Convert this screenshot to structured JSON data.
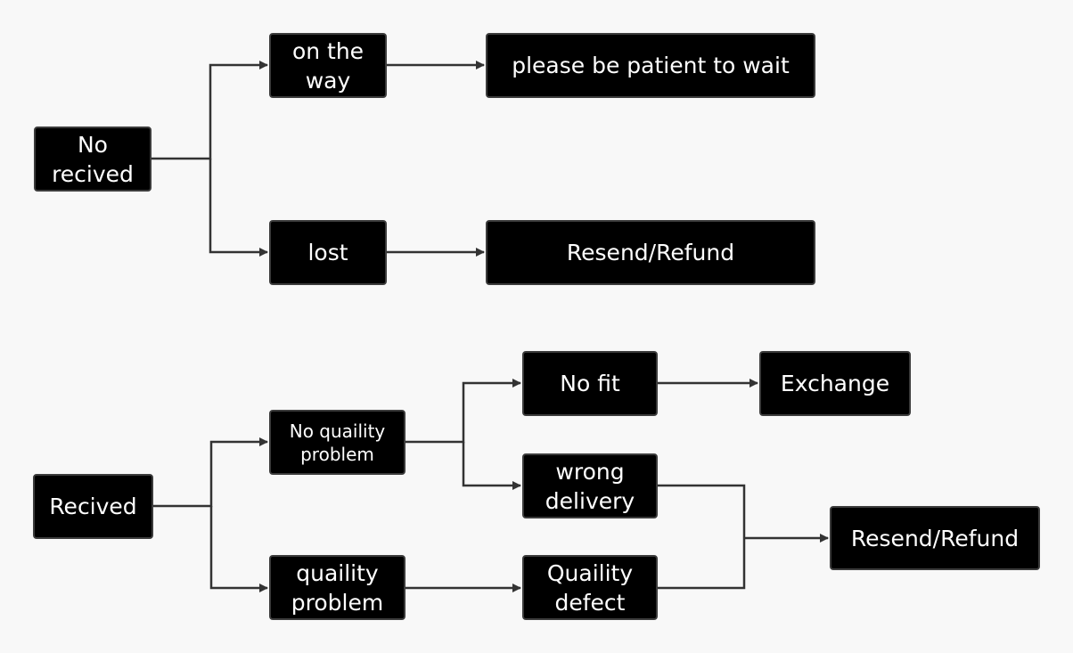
{
  "colors": {
    "background": "#f8f8f8",
    "node_fill": "#000000",
    "node_border": "#3c3c3c",
    "node_text": "#ffffff",
    "connector": "#333333"
  },
  "flow_top": {
    "root": "No\nrecived",
    "branch_on_the_way": "on the\nway",
    "result_wait": "please be patient to wait",
    "branch_lost": "lost",
    "result_resend_refund": "Resend/Refund"
  },
  "flow_bottom": {
    "root": "Recived",
    "branch_no_quality_problem": "No quaility\nproblem",
    "branch_quality_problem": "quaility\nproblem",
    "case_no_fit": "No fit",
    "case_wrong_delivery": "wrong\ndelivery",
    "case_quality_defect": "Quaility\ndefect",
    "result_exchange": "Exchange",
    "result_resend_refund": "Resend/Refund"
  }
}
